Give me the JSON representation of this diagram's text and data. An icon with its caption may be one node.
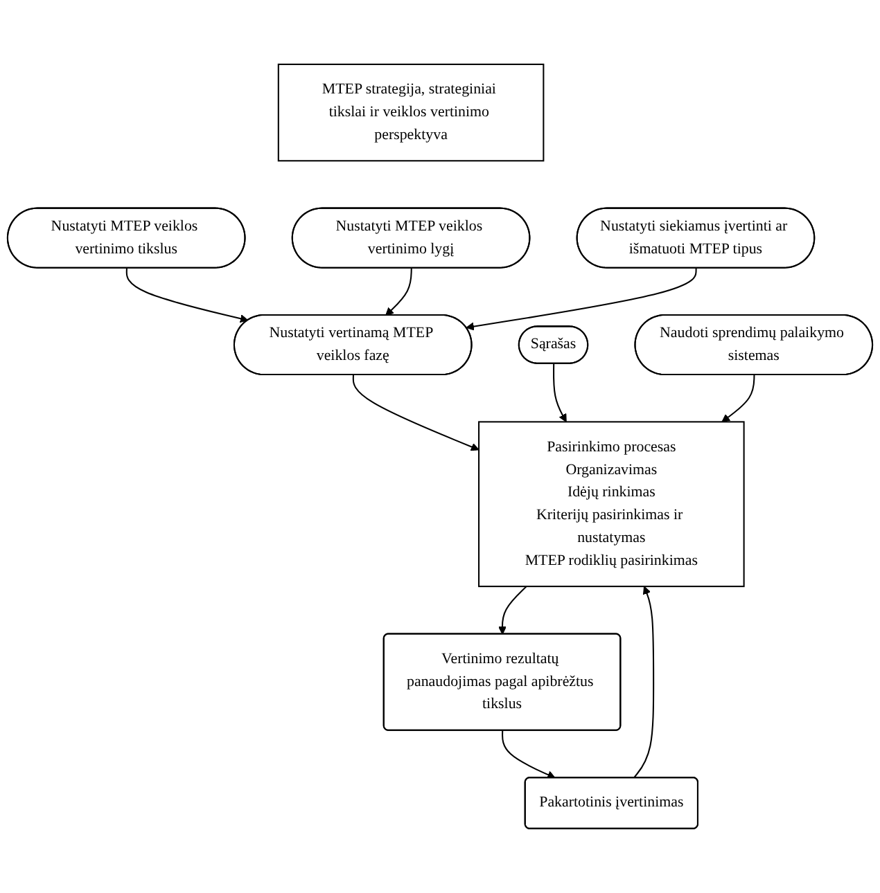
{
  "diagram": {
    "nodes": [
      {
        "text": [
          "MTEP strategija, strateginiai tikslai ir veiklos vertinimo perspektyva"
        ]
      },
      {
        "text": [
          "Nustatyti MTEP veiklos vertinimo tikslus"
        ]
      },
      {
        "text": [
          "Nustatyti MTEP veiklos vertinimo lygį"
        ]
      },
      {
        "text": [
          "Nustatyti siekiamus įvertinti ar išmatuoti MTEP tipus"
        ]
      },
      {
        "text": [
          "Nustatyti vertinamą MTEP veiklos fazę"
        ]
      },
      {
        "text": [
          "Pasirinkimo procesas",
          "Organizavimas",
          "Idėjų rinkimas",
          "Kriterijų pasirinkimas ir nustatymas",
          "MTEP rodiklių pasirinkimas"
        ]
      },
      {
        "text": [
          "Pakartotinis įvertinimas"
        ]
      },
      {
        "text": [
          "Vertinimo rezultatų panaudojimas pagal apibrėžtus tikslus"
        ]
      },
      {
        "text": [
          "Sąrašas"
        ]
      },
      {
        "text": [
          "Naudoti sprendimų palaikymo sistemas"
        ]
      }
    ],
    "edges": [
      {
        "from": 1,
        "to": 4,
        "arrow": "to"
      },
      {
        "from": 2,
        "to": 4,
        "arrow": "to"
      },
      {
        "from": 3,
        "to": 4,
        "arrow": "to"
      },
      {
        "from": 4,
        "to": 5,
        "arrow": "to"
      },
      {
        "from": 6,
        "to": 5,
        "arrow": "to"
      },
      {
        "from": 8,
        "to": 5,
        "arrow": "to"
      },
      {
        "from": 9,
        "to": 5,
        "arrow": "to"
      },
      {
        "from": 5,
        "to": 7,
        "arrow": "to"
      },
      {
        "from": 7,
        "to": 6,
        "arrow": "to"
      }
    ]
  }
}
